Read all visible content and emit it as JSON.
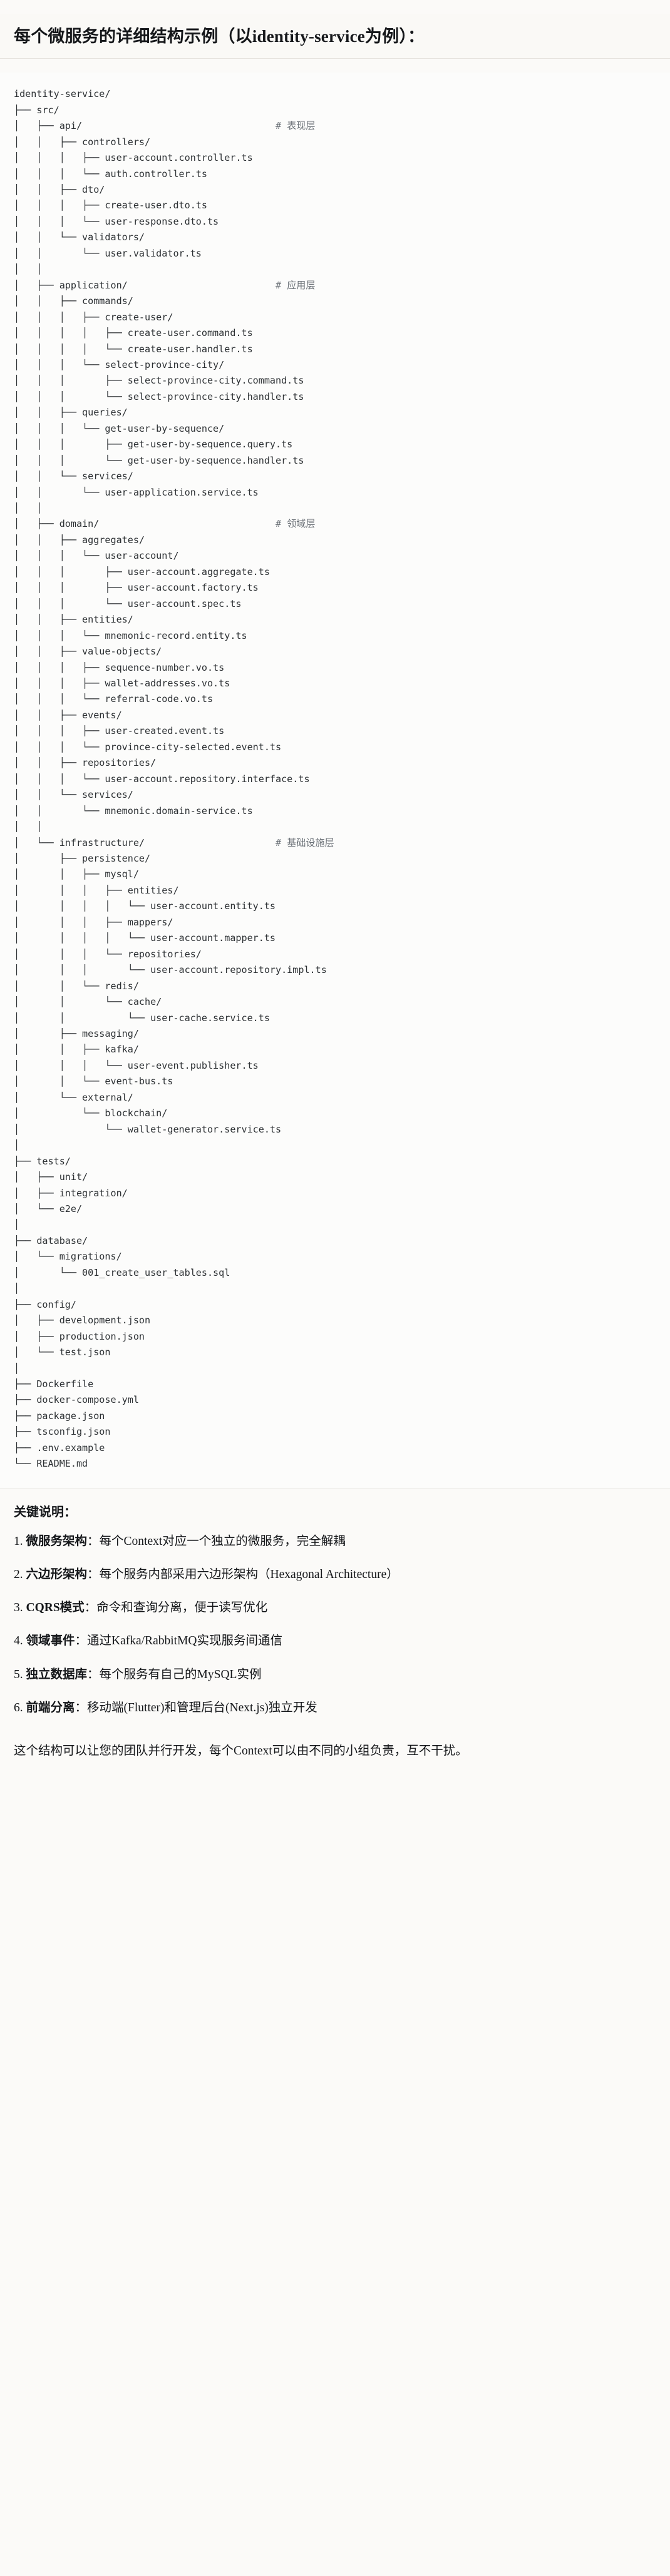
{
  "heading": "每个微服务的详细结构示例（以identity-service为例）：",
  "tree": {
    "lines": [
      {
        "t": "identity-service/",
        "c": ""
      },
      {
        "t": "├── src/",
        "c": ""
      },
      {
        "t": "│   ├── api/",
        "c": "# 表现层"
      },
      {
        "t": "│   │   ├── controllers/",
        "c": ""
      },
      {
        "t": "│   │   │   ├── user-account.controller.ts",
        "c": ""
      },
      {
        "t": "│   │   │   └── auth.controller.ts",
        "c": ""
      },
      {
        "t": "│   │   ├── dto/",
        "c": ""
      },
      {
        "t": "│   │   │   ├── create-user.dto.ts",
        "c": ""
      },
      {
        "t": "│   │   │   └── user-response.dto.ts",
        "c": ""
      },
      {
        "t": "│   │   └── validators/",
        "c": ""
      },
      {
        "t": "│   │       └── user.validator.ts",
        "c": ""
      },
      {
        "t": "│   │",
        "c": ""
      },
      {
        "t": "│   ├── application/",
        "c": "# 应用层"
      },
      {
        "t": "│   │   ├── commands/",
        "c": ""
      },
      {
        "t": "│   │   │   ├── create-user/",
        "c": ""
      },
      {
        "t": "│   │   │   │   ├── create-user.command.ts",
        "c": ""
      },
      {
        "t": "│   │   │   │   └── create-user.handler.ts",
        "c": ""
      },
      {
        "t": "│   │   │   └── select-province-city/",
        "c": ""
      },
      {
        "t": "│   │   │       ├── select-province-city.command.ts",
        "c": ""
      },
      {
        "t": "│   │   │       └── select-province-city.handler.ts",
        "c": ""
      },
      {
        "t": "│   │   ├── queries/",
        "c": ""
      },
      {
        "t": "│   │   │   └── get-user-by-sequence/",
        "c": ""
      },
      {
        "t": "│   │   │       ├── get-user-by-sequence.query.ts",
        "c": ""
      },
      {
        "t": "│   │   │       └── get-user-by-sequence.handler.ts",
        "c": ""
      },
      {
        "t": "│   │   └── services/",
        "c": ""
      },
      {
        "t": "│   │       └── user-application.service.ts",
        "c": ""
      },
      {
        "t": "│   │",
        "c": ""
      },
      {
        "t": "│   ├── domain/",
        "c": "# 领域层"
      },
      {
        "t": "│   │   ├── aggregates/",
        "c": ""
      },
      {
        "t": "│   │   │   └── user-account/",
        "c": ""
      },
      {
        "t": "│   │   │       ├── user-account.aggregate.ts",
        "c": ""
      },
      {
        "t": "│   │   │       ├── user-account.factory.ts",
        "c": ""
      },
      {
        "t": "│   │   │       └── user-account.spec.ts",
        "c": ""
      },
      {
        "t": "│   │   ├── entities/",
        "c": ""
      },
      {
        "t": "│   │   │   └── mnemonic-record.entity.ts",
        "c": ""
      },
      {
        "t": "│   │   ├── value-objects/",
        "c": ""
      },
      {
        "t": "│   │   │   ├── sequence-number.vo.ts",
        "c": ""
      },
      {
        "t": "│   │   │   ├── wallet-addresses.vo.ts",
        "c": ""
      },
      {
        "t": "│   │   │   └── referral-code.vo.ts",
        "c": ""
      },
      {
        "t": "│   │   ├── events/",
        "c": ""
      },
      {
        "t": "│   │   │   ├── user-created.event.ts",
        "c": ""
      },
      {
        "t": "│   │   │   └── province-city-selected.event.ts",
        "c": ""
      },
      {
        "t": "│   │   ├── repositories/",
        "c": ""
      },
      {
        "t": "│   │   │   └── user-account.repository.interface.ts",
        "c": ""
      },
      {
        "t": "│   │   └── services/",
        "c": ""
      },
      {
        "t": "│   │       └── mnemonic.domain-service.ts",
        "c": ""
      },
      {
        "t": "│   │",
        "c": ""
      },
      {
        "t": "│   └── infrastructure/",
        "c": "# 基础设施层"
      },
      {
        "t": "│       ├── persistence/",
        "c": ""
      },
      {
        "t": "│       │   ├── mysql/",
        "c": ""
      },
      {
        "t": "│       │   │   ├── entities/",
        "c": ""
      },
      {
        "t": "│       │   │   │   └── user-account.entity.ts",
        "c": ""
      },
      {
        "t": "│       │   │   ├── mappers/",
        "c": ""
      },
      {
        "t": "│       │   │   │   └── user-account.mapper.ts",
        "c": ""
      },
      {
        "t": "│       │   │   └── repositories/",
        "c": ""
      },
      {
        "t": "│       │   │       └── user-account.repository.impl.ts",
        "c": ""
      },
      {
        "t": "│       │   └── redis/",
        "c": ""
      },
      {
        "t": "│       │       └── cache/",
        "c": ""
      },
      {
        "t": "│       │           └── user-cache.service.ts",
        "c": ""
      },
      {
        "t": "│       ├── messaging/",
        "c": ""
      },
      {
        "t": "│       │   ├── kafka/",
        "c": ""
      },
      {
        "t": "│       │   │   └── user-event.publisher.ts",
        "c": ""
      },
      {
        "t": "│       │   └── event-bus.ts",
        "c": ""
      },
      {
        "t": "│       └── external/",
        "c": ""
      },
      {
        "t": "│           └── blockchain/",
        "c": ""
      },
      {
        "t": "│               └── wallet-generator.service.ts",
        "c": ""
      },
      {
        "t": "│",
        "c": ""
      },
      {
        "t": "├── tests/",
        "c": ""
      },
      {
        "t": "│   ├── unit/",
        "c": ""
      },
      {
        "t": "│   ├── integration/",
        "c": ""
      },
      {
        "t": "│   └── e2e/",
        "c": ""
      },
      {
        "t": "│",
        "c": ""
      },
      {
        "t": "├── database/",
        "c": ""
      },
      {
        "t": "│   └── migrations/",
        "c": ""
      },
      {
        "t": "│       └── 001_create_user_tables.sql",
        "c": ""
      },
      {
        "t": "│",
        "c": ""
      },
      {
        "t": "├── config/",
        "c": ""
      },
      {
        "t": "│   ├── development.json",
        "c": ""
      },
      {
        "t": "│   ├── production.json",
        "c": ""
      },
      {
        "t": "│   └── test.json",
        "c": ""
      },
      {
        "t": "│",
        "c": ""
      },
      {
        "t": "├── Dockerfile",
        "c": ""
      },
      {
        "t": "├── docker-compose.yml",
        "c": ""
      },
      {
        "t": "├── package.json",
        "c": ""
      },
      {
        "t": "├── tsconfig.json",
        "c": ""
      },
      {
        "t": "├── .env.example",
        "c": ""
      },
      {
        "t": "└── README.md",
        "c": ""
      }
    ],
    "comment_column": 46
  },
  "keys": {
    "title": "关键说明：",
    "items": [
      {
        "term": "微服务架构",
        "desc": "：每个Context对应一个独立的微服务，完全解耦"
      },
      {
        "term": "六边形架构",
        "desc": "：每个服务内部采用六边形架构（Hexagonal Architecture）"
      },
      {
        "term": "CQRS模式",
        "desc": "：命令和查询分离，便于读写优化"
      },
      {
        "term": "领域事件",
        "desc": "：通过Kafka/RabbitMQ实现服务间通信"
      },
      {
        "term": "独立数据库",
        "desc": "：每个服务有自己的MySQL实例"
      },
      {
        "term": "前端分离",
        "desc": "：移动端(Flutter)和管理后台(Next.js)独立开发"
      }
    ]
  },
  "closing": "这个结构可以让您的团队并行开发，每个Context可以由不同的小组负责，互不干扰。"
}
